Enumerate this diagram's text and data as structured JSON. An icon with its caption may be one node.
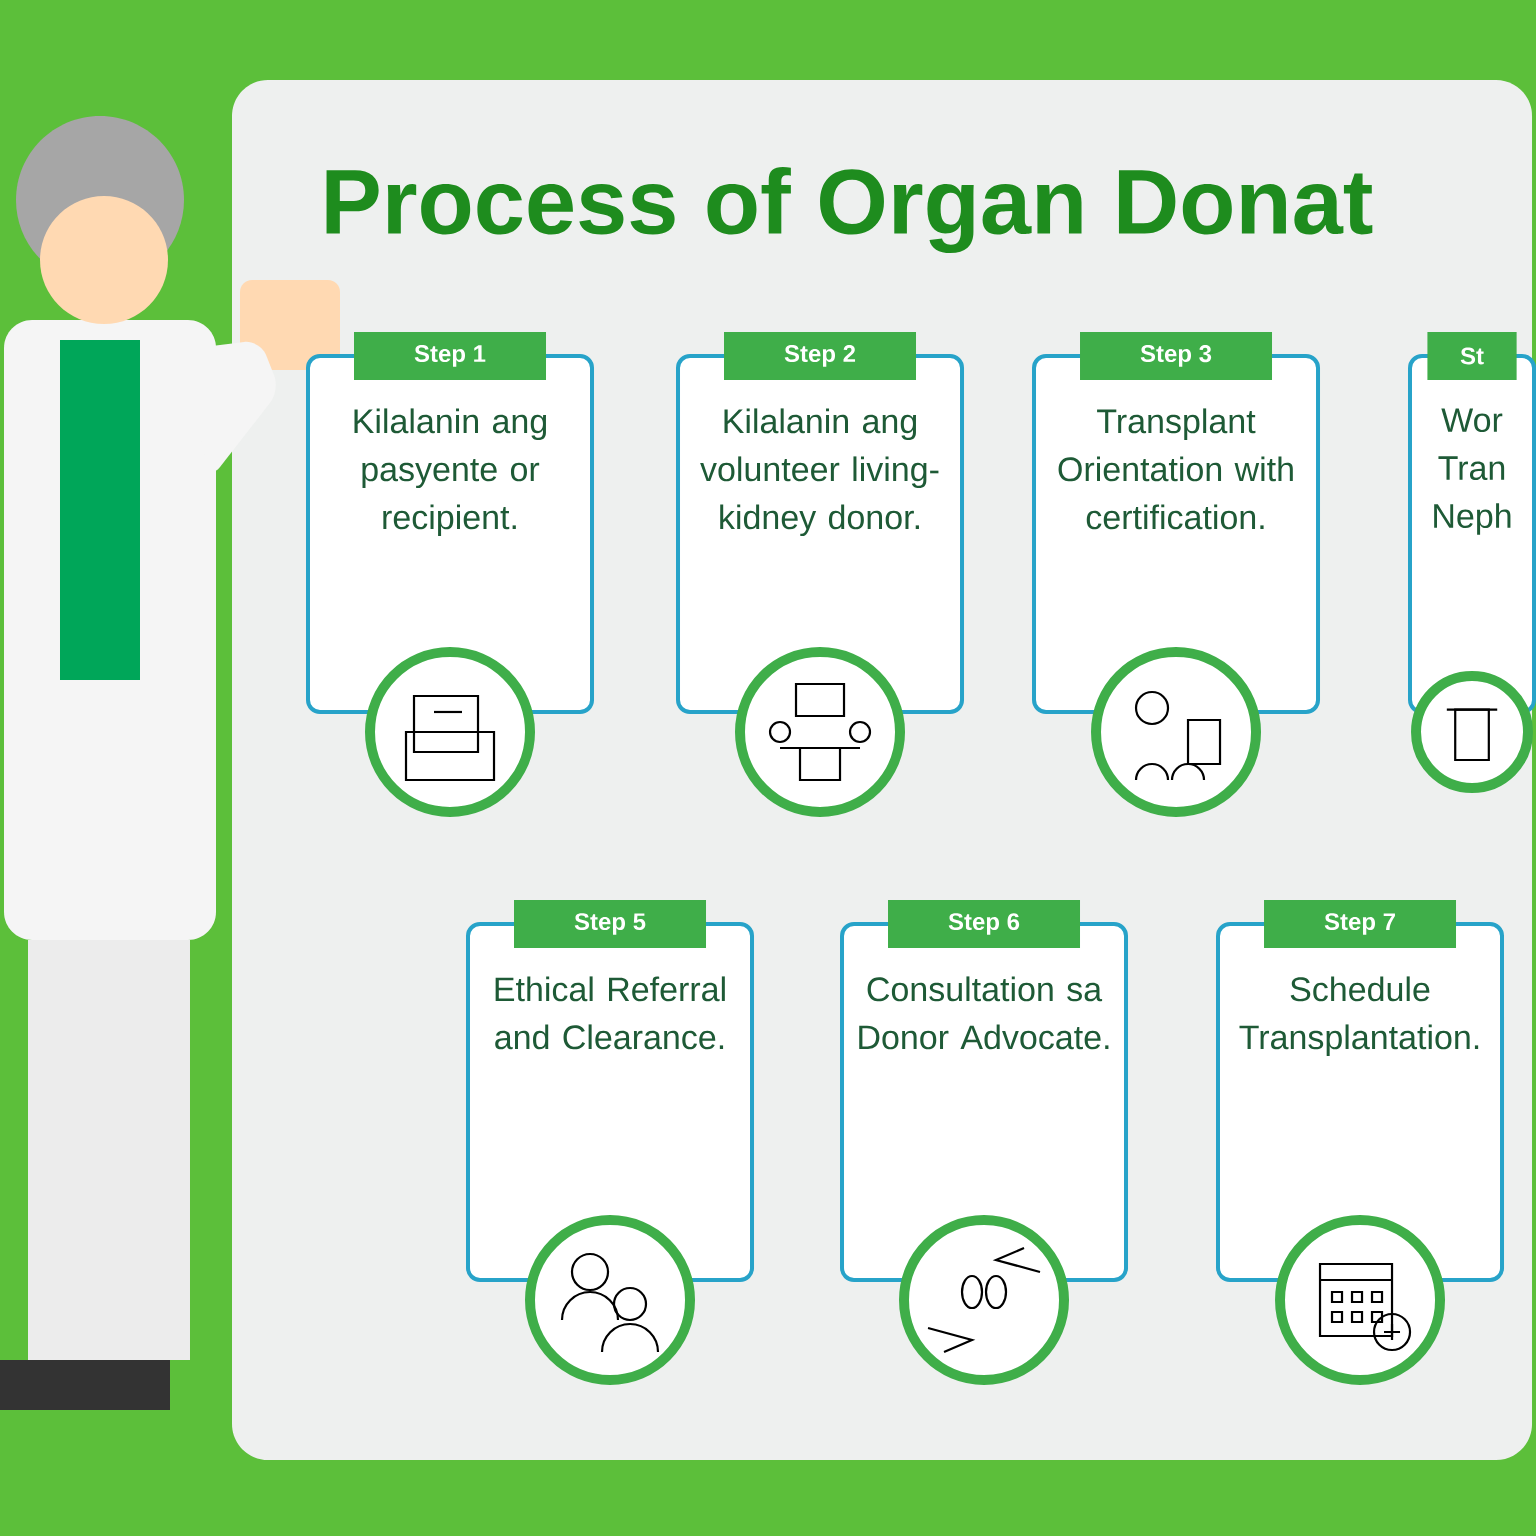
{
  "diagram": {
    "title": "Process of Organ Donat",
    "nodes": [
      {
        "text": [
          "Step 1",
          "Kilalanin ang pasyente or recipient."
        ]
      },
      {
        "text": [
          "Step 2",
          "Kilalanin ang volunteer living-kidney donor."
        ]
      },
      {
        "text": [
          "Step 3",
          "Transplant Orientation with certification."
        ]
      },
      {
        "text": [
          "St",
          "Wor Tran Neph"
        ]
      },
      {
        "text": [
          "Step 5",
          "Ethical Referral and Clearance."
        ]
      },
      {
        "text": [
          "Step 6",
          "Consultation sa Donor Advocate."
        ]
      },
      {
        "text": [
          "Step 7",
          "Schedule Transplantation."
        ]
      }
    ]
  }
}
